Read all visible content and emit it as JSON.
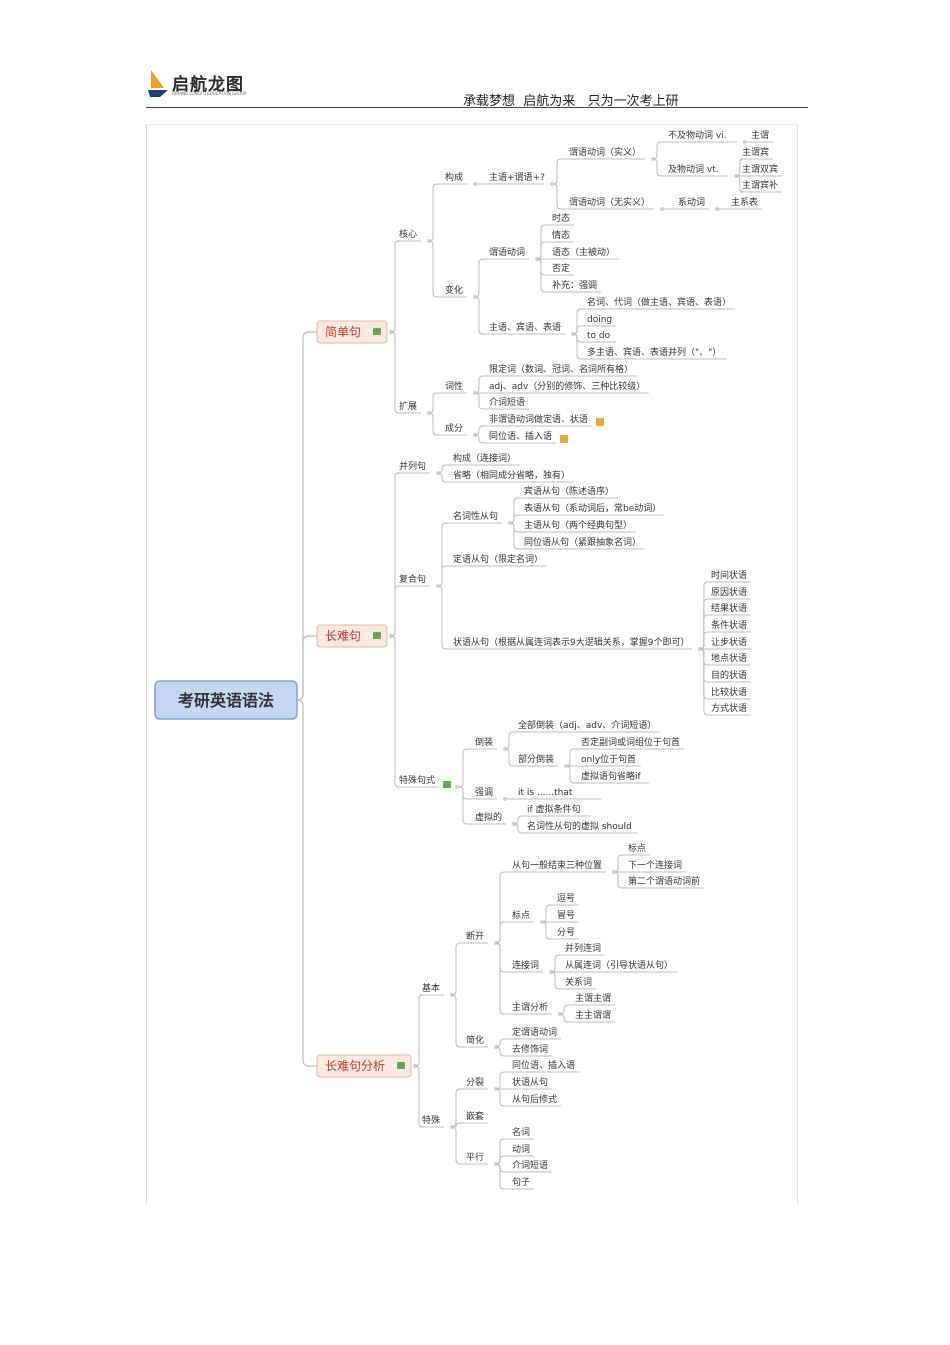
{
  "header": {
    "logo_text": "启航龙图",
    "logo_sub": "QIHANG LONGTU EDUCATION GROUP",
    "slogan": "承载梦想  启航为来   只为一次考上研"
  },
  "mindmap": {
    "root": "考研英语语法",
    "branches": [
      {
        "label": "简单句",
        "children": [
          {
            "label": "核心",
            "children": [
              {
                "label": "构成",
                "children": [
                  {
                    "label": "主语+谓语+?",
                    "children": [
                      {
                        "label": "谓语动词（实义）",
                        "children": [
                          {
                            "label": "不及物动词 vi.",
                            "children": [
                              {
                                "label": "主谓"
                              }
                            ]
                          },
                          {
                            "label": "及物动词 vt.",
                            "children": [
                              {
                                "label": "主谓宾"
                              },
                              {
                                "label": "主谓双宾"
                              },
                              {
                                "label": "主谓宾补"
                              }
                            ]
                          }
                        ]
                      },
                      {
                        "label": "谓语动词（无实义）",
                        "children": [
                          {
                            "label": "系动词",
                            "children": [
                              {
                                "label": "主系表"
                              }
                            ]
                          }
                        ]
                      }
                    ]
                  }
                ]
              },
              {
                "label": "变化",
                "children": [
                  {
                    "label": "谓语动词",
                    "children": [
                      {
                        "label": "时态"
                      },
                      {
                        "label": "情态"
                      },
                      {
                        "label": "语态（主被动）"
                      },
                      {
                        "label": "否定"
                      },
                      {
                        "label": "补充：强调"
                      }
                    ]
                  },
                  {
                    "label": "主语、宾语、表语",
                    "children": [
                      {
                        "label": "名词、代词（做主语、宾语、表语）"
                      },
                      {
                        "label": "doing"
                      },
                      {
                        "label": "to do"
                      },
                      {
                        "label": "多主语、宾语、表语并列（\"、\"）"
                      }
                    ]
                  }
                ]
              }
            ]
          },
          {
            "label": "扩展",
            "children": [
              {
                "label": "词性",
                "children": [
                  {
                    "label": "限定词（数词、冠词、名词所有格）"
                  },
                  {
                    "label": "adj、adv（分别的修饰、三种比较级）"
                  },
                  {
                    "label": "介词短语"
                  }
                ]
              },
              {
                "label": "成分",
                "children": [
                  {
                    "label": "非谓语动词做定语、状语"
                  },
                  {
                    "label": "同位语、插入语"
                  }
                ]
              }
            ]
          }
        ]
      },
      {
        "label": "长难句",
        "children": [
          {
            "label": "并列句",
            "children": [
              {
                "label": "构成（连接词）"
              },
              {
                "label": "省略（相同成分省略，独有）"
              }
            ]
          },
          {
            "label": "复合句",
            "children": [
              {
                "label": "名词性从句",
                "children": [
                  {
                    "label": "宾语从句（陈述语序）"
                  },
                  {
                    "label": "表语从句（系动词后，常be动词）"
                  },
                  {
                    "label": "主语从句（两个经典句型）"
                  },
                  {
                    "label": "同位语从句（紧跟抽象名词）"
                  }
                ]
              },
              {
                "label": "定语从句（限定名词）"
              },
              {
                "label": "状语从句（根据从属连词表示9大逻辑关系，掌握9个即可）",
                "children": [
                  {
                    "label": "时间状语"
                  },
                  {
                    "label": "原因状语"
                  },
                  {
                    "label": "结果状语"
                  },
                  {
                    "label": "条件状语"
                  },
                  {
                    "label": "让步状语"
                  },
                  {
                    "label": "地点状语"
                  },
                  {
                    "label": "目的状语"
                  },
                  {
                    "label": "比较状语"
                  },
                  {
                    "label": "方式状语"
                  }
                ]
              }
            ]
          },
          {
            "label": "特殊句式",
            "children": [
              {
                "label": "倒装",
                "children": [
                  {
                    "label": "全部倒装（adj、adv、介词短语）"
                  },
                  {
                    "label": "部分倒装",
                    "children": [
                      {
                        "label": "否定副词或词组位于句首"
                      },
                      {
                        "label": "only位于句首"
                      },
                      {
                        "label": "虚拟语句省略if"
                      }
                    ]
                  }
                ]
              },
              {
                "label": "强调",
                "children": [
                  {
                    "label": "it is ......that"
                  }
                ]
              },
              {
                "label": "虚拟的",
                "children": [
                  {
                    "label": "if 虚拟条件句"
                  },
                  {
                    "label": "名词性从句的虚拟 should"
                  }
                ]
              }
            ]
          }
        ]
      },
      {
        "label": "长难句分析",
        "children": [
          {
            "label": "基本",
            "children": [
              {
                "label": "断开",
                "children": [
                  {
                    "label": "从句一般结束三种位置",
                    "children": [
                      {
                        "label": "标点"
                      },
                      {
                        "label": "下一个连接词"
                      },
                      {
                        "label": "第二个谓语动词前"
                      }
                    ]
                  },
                  {
                    "label": "标点",
                    "children": [
                      {
                        "label": "逗号"
                      },
                      {
                        "label": "冒号"
                      },
                      {
                        "label": "分号"
                      }
                    ]
                  },
                  {
                    "label": "连接词",
                    "children": [
                      {
                        "label": "并列连词"
                      },
                      {
                        "label": "从属连词（引导状语从句）"
                      },
                      {
                        "label": "关系词"
                      }
                    ]
                  },
                  {
                    "label": "主谓分析",
                    "children": [
                      {
                        "label": "主谓主谓"
                      },
                      {
                        "label": "主主谓谓"
                      }
                    ]
                  }
                ]
              },
              {
                "label": "简化",
                "children": [
                  {
                    "label": "定谓语动词"
                  },
                  {
                    "label": "去修饰词"
                  }
                ]
              }
            ]
          },
          {
            "label": "特殊",
            "children": [
              {
                "label": "分裂",
                "children": [
                  {
                    "label": "同位语、插入语"
                  },
                  {
                    "label": "状语从句"
                  },
                  {
                    "label": "从句后修式"
                  }
                ]
              },
              {
                "label": "嵌套"
              },
              {
                "label": "平行",
                "children": [
                  {
                    "label": "名词"
                  },
                  {
                    "label": "动词"
                  },
                  {
                    "label": "介词短语"
                  },
                  {
                    "label": "句子"
                  }
                ]
              }
            ]
          }
        ]
      }
    ]
  },
  "colors": {
    "root_fill": "#c5d6f2",
    "root_border": "#7fa1d8",
    "branch_fill": "#fbe9e3",
    "branch_border": "#e8b8a8",
    "note_icon": "#5fa55a",
    "flag_icon": "#e0b030",
    "line": "#bcbcbc"
  }
}
